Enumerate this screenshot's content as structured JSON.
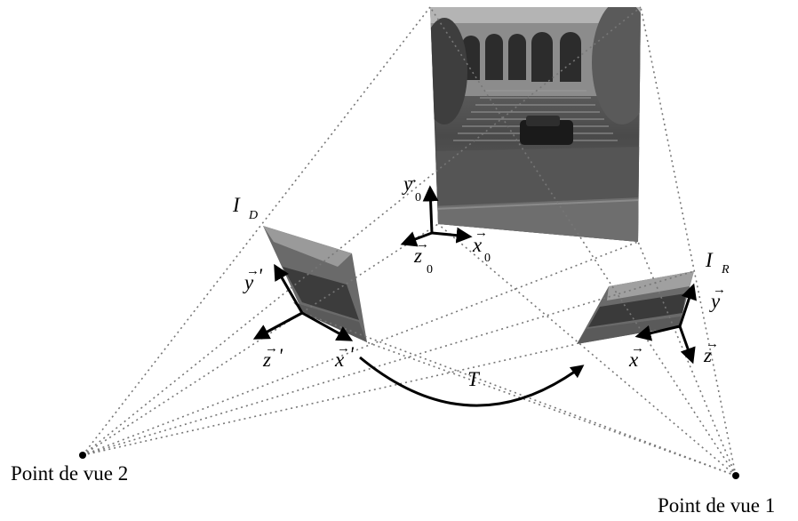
{
  "viewpoints": {
    "vp2": {
      "label": "Point de vue 2"
    },
    "vp1": {
      "label": "Point de vue 1"
    }
  },
  "images": {
    "left": {
      "name": "I",
      "subscript": "D"
    },
    "right": {
      "name": "I",
      "subscript": "R"
    }
  },
  "axes": {
    "world": {
      "x": "x",
      "y": "y",
      "z": "z",
      "sub": "0"
    },
    "left": {
      "x": "x",
      "y": "y",
      "z": "z",
      "prime": "'"
    },
    "right": {
      "x": "x",
      "y": "y",
      "z": "z"
    }
  },
  "transform": {
    "label": "T"
  },
  "colors": {
    "ink": "#000000",
    "dotted": "#777777"
  }
}
